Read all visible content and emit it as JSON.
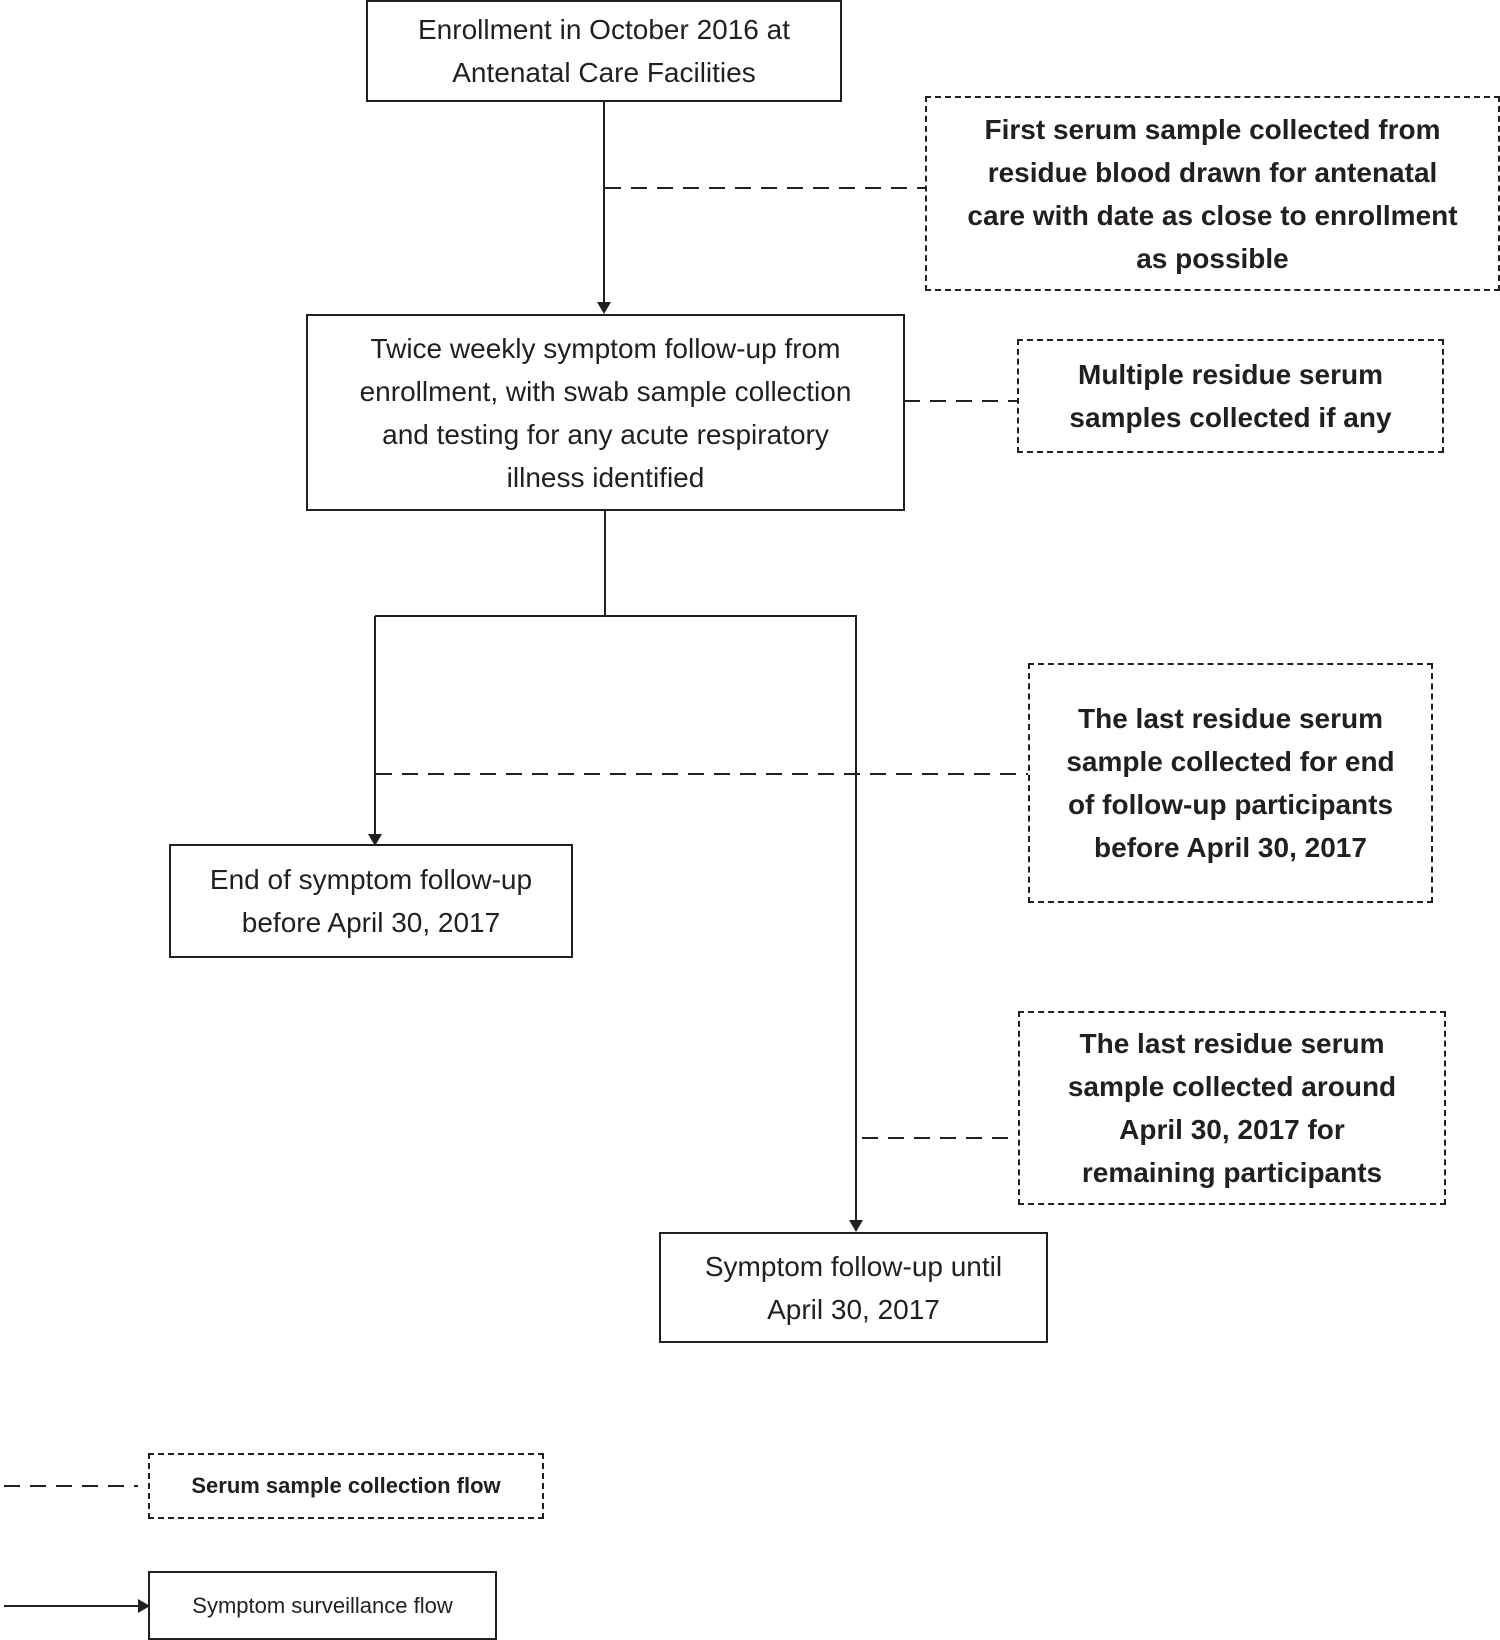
{
  "nodes": {
    "enrollment": "Enrollment in October 2016 at\nAntenatal Care Facilities",
    "follow_up": "Twice weekly symptom follow-up from\nenrollment, with swab sample collection\nand testing for any acute respiratory\nillness identified",
    "end_follow_up": "End of symptom follow-up\nbefore April 30, 2017",
    "until_april": "Symptom follow-up until\nApril 30, 2017"
  },
  "serum_notes": {
    "first_sample": "First serum sample collected from\nresidue blood drawn for antenatal\ncare with date as close to enrollment\nas possible",
    "multiple_samples": "Multiple residue serum\nsamples collected if any",
    "last_sample_end": "The last residue serum\nsample collected for end\nof follow-up participants\nbefore April 30, 2017",
    "last_sample_remaining": "The last residue serum\nsample collected around\nApril 30, 2017 for\nremaining participants"
  },
  "legend": {
    "serum_flow": "Serum sample collection flow",
    "symptom_flow": "Symptom surveillance flow"
  }
}
